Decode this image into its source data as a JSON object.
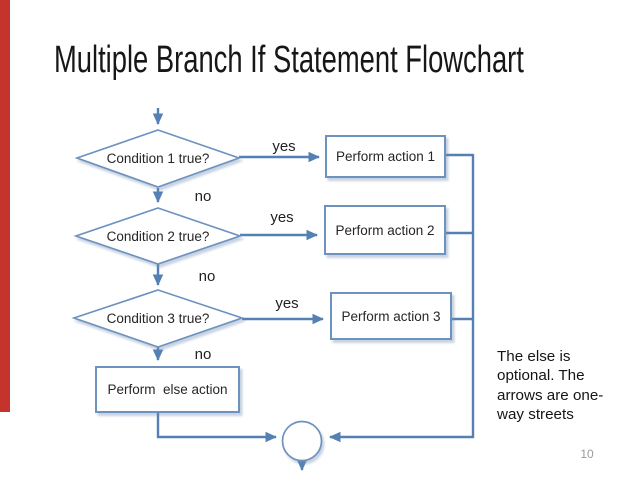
{
  "slide": {
    "title": "Multiple Branch If Statement Flowchart",
    "page_number": "10"
  },
  "flowchart": {
    "rows": [
      {
        "condition": "Condition 1 true?",
        "yes_label": "yes",
        "no_label": "no",
        "action": "Perform action 1"
      },
      {
        "condition": "Condition 2 true?",
        "yes_label": "yes",
        "no_label": "no",
        "action": "Perform action 2"
      },
      {
        "condition": "Condition 3 true?",
        "yes_label": "yes",
        "no_label": "no",
        "action": "Perform action 3"
      }
    ],
    "else_action": "Perform  else action"
  },
  "note": {
    "lines": [
      "The else is",
      "optional. The",
      "arrows are one-",
      "way streets"
    ]
  },
  "colors": {
    "accent_red": "#c5342c",
    "arrow_blue": "#5580b3",
    "shape_border_blue": "#6e92bf"
  }
}
